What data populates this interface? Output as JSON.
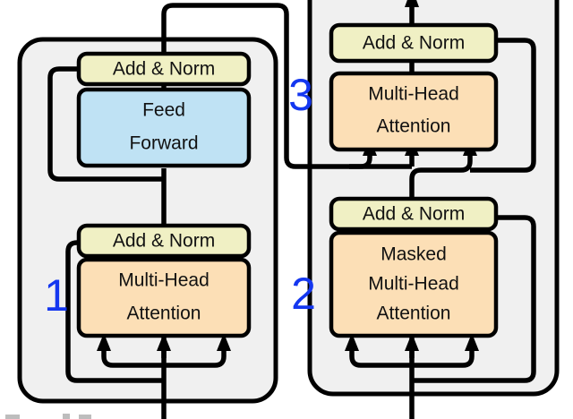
{
  "diagram": {
    "title": "Transformer encoder-decoder block diagram",
    "background_color": "#ffffff",
    "stack_fill": "#f0f0f0",
    "stroke_color": "#000000",
    "annotation_color": "#1437f0",
    "colors": {
      "add_norm": "#f0f0c4",
      "attention": "#fcdfb6",
      "feed_forward": "#bfe2f4"
    }
  },
  "encoder": {
    "name": "encoder-stack",
    "add_norm_top": "Add & Norm",
    "feed_forward": "Feed\nForward",
    "feed_forward_line1": "Feed",
    "feed_forward_line2": "Forward",
    "add_norm_bottom": "Add & Norm",
    "attention_line1": "Multi-Head",
    "attention_line2": "Attention",
    "step_label": "1"
  },
  "decoder": {
    "name": "decoder-stack",
    "cross_add_norm": "Add & Norm",
    "cross_attention_line1": "Multi-Head",
    "cross_attention_line2": "Attention",
    "cross_step_label": "3",
    "masked_add_norm": "Add & Norm",
    "masked_attention_line1": "Masked",
    "masked_attention_line2": "Multi-Head",
    "masked_attention_line3": "Attention",
    "masked_step_label": "2"
  },
  "annotations": [
    {
      "label": "1",
      "target": "encoder-self-attention"
    },
    {
      "label": "2",
      "target": "decoder-masked-self-attention"
    },
    {
      "label": "3",
      "target": "decoder-cross-attention"
    }
  ]
}
